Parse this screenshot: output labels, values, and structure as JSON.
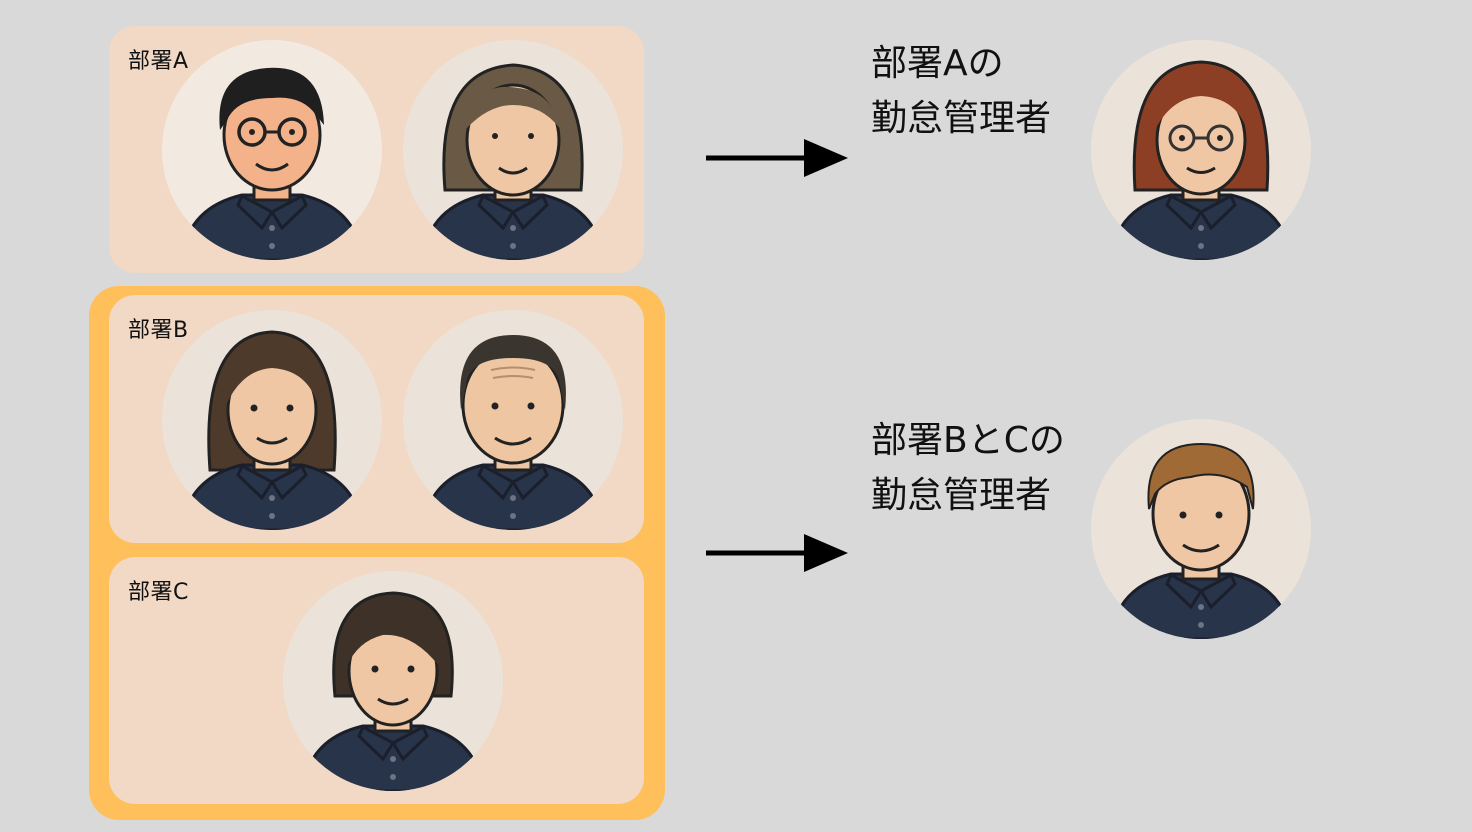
{
  "departments": [
    {
      "label": "部署A"
    },
    {
      "label": "部署B"
    },
    {
      "label": "部署C"
    }
  ],
  "managers": [
    {
      "line1": "部署Aの",
      "line2": "勤怠管理者"
    },
    {
      "line1": "部署BとCの",
      "line2": "勤怠管理者"
    }
  ],
  "colors": {
    "background": "#d9d9d9",
    "department_panel": "#f1d9c6",
    "highlight_group": "#ffbf5a",
    "arrow": "#000000",
    "uniform": "#28344a"
  }
}
